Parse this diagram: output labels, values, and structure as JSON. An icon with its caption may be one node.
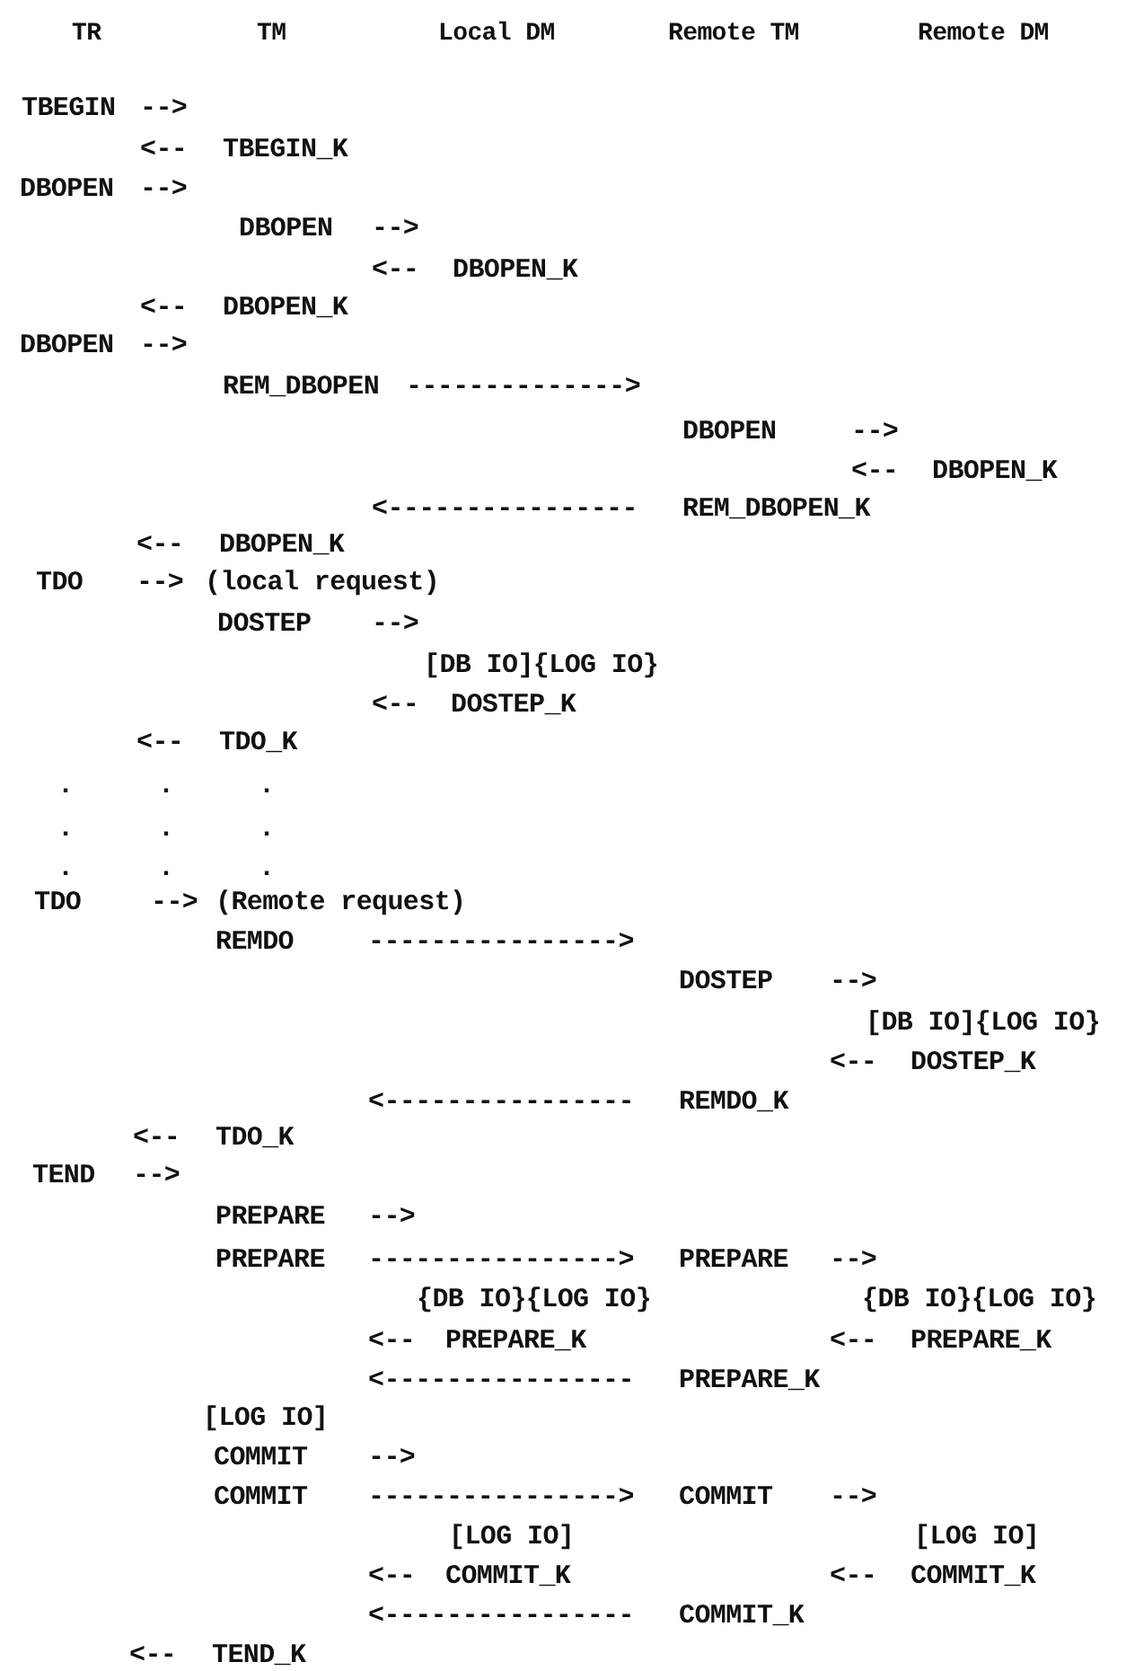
{
  "diagram": {
    "labels": [
      "TR",
      "TM",
      "Local DM",
      "Remote TM",
      "Remote DM",
      "TBEGIN",
      "-->",
      "<--",
      "TBEGIN_K",
      "DBOPEN",
      "-->",
      "DBOPEN",
      "-->",
      "<--",
      "DBOPEN_K",
      "<--",
      "DBOPEN_K",
      "DBOPEN",
      "-->",
      "REM_DBOPEN",
      "-------------->",
      "DBOPEN",
      "-->",
      "<--",
      "DBOPEN_K",
      "<----------------",
      "REM_DBOPEN_K",
      "<--",
      "DBOPEN_K",
      "TDO",
      "-->",
      "(local request)",
      "DOSTEP",
      "-->",
      "[DB IO]{LOG IO}",
      "<--",
      "DOSTEP_K",
      "<--",
      "TDO_K",
      ".",
      ".",
      ".",
      ".",
      ".",
      ".",
      ".",
      ".",
      ".",
      "TDO",
      "-->",
      "(Remote request)",
      "REMDO",
      "---------------->",
      "DOSTEP",
      "-->",
      "[DB IO]{LOG IO}",
      "<--",
      "DOSTEP_K",
      "<----------------",
      "REMDO_K",
      "<--",
      "TDO_K",
      "TEND",
      "-->",
      "PREPARE",
      "-->",
      "PREPARE",
      "---------------->",
      "PREPARE",
      "-->",
      "{DB IO}{LOG IO}",
      "{DB IO}{LOG IO}",
      "<--",
      "PREPARE_K",
      "<--",
      "PREPARE_K",
      "<----------------",
      "PREPARE_K",
      "[LOG IO]",
      "COMMIT",
      "-->",
      "COMMIT",
      "---------------->",
      "COMMIT",
      "-->",
      "[LOG IO]",
      "[LOG IO]",
      "<--",
      "COMMIT_K",
      "<--",
      "COMMIT_K",
      "<----------------",
      "COMMIT_K",
      "<--",
      "TEND_K"
    ]
  }
}
